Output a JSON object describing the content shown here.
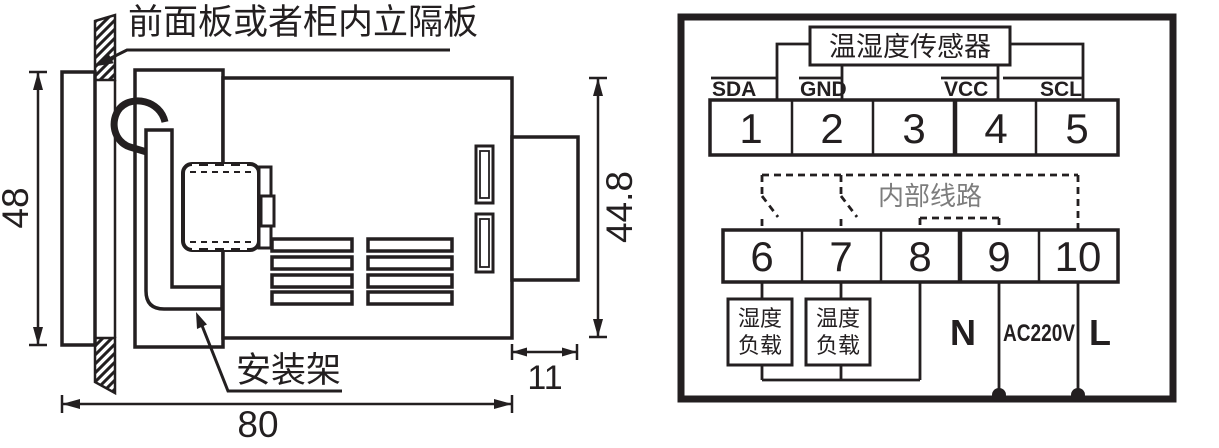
{
  "left_drawing": {
    "panel_label": "前面板或者柜内立隔板",
    "bracket_label": "安装架",
    "dimensions": {
      "front_height": "48",
      "body_depth": "80",
      "rear_depth": "11",
      "body_height": "44.8"
    }
  },
  "wiring_diagram": {
    "sensor_label": "温湿度传感器",
    "pin_labels": [
      "SDA",
      "GND",
      "VCC",
      "SCL"
    ],
    "terminals_top": [
      "1",
      "2",
      "3",
      "4",
      "5"
    ],
    "terminals_bottom": [
      "6",
      "7",
      "8",
      "9",
      "10"
    ],
    "internal_label": "内部线路",
    "humidity_load": {
      "line1": "湿度",
      "line2": "负载"
    },
    "temperature_load": {
      "line1": "温度",
      "line2": "负载"
    },
    "power": {
      "neutral": "N",
      "voltage": "AC220V",
      "live": "L"
    }
  },
  "colors": {
    "line": "#231f20",
    "internal_label_gray": "#7d7d7d",
    "background": "#ffffff"
  }
}
